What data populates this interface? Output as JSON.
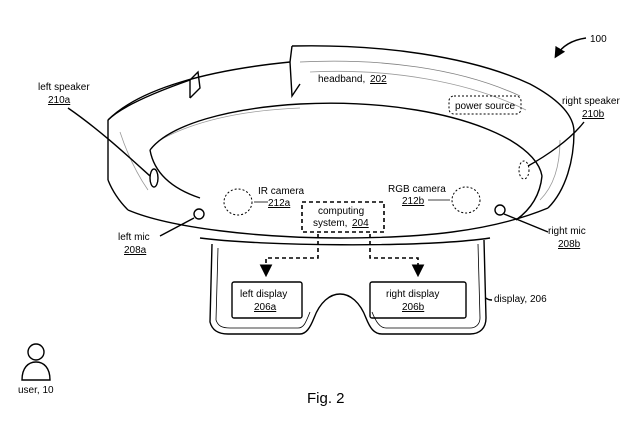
{
  "figure": {
    "ref_number": "100",
    "caption": "Fig. 2"
  },
  "headband": {
    "label": "headband,",
    "num": "202"
  },
  "power_source": {
    "label": "power source"
  },
  "computing": {
    "line1": "computing",
    "line2": "system,",
    "num": "204"
  },
  "left_speaker": {
    "label": "left speaker",
    "num": "210a"
  },
  "right_speaker": {
    "label": "right speaker",
    "num": "210b"
  },
  "ir_camera": {
    "label": "IR camera",
    "num": "212a"
  },
  "rgb_camera": {
    "label": "RGB camera",
    "num": "212b"
  },
  "left_mic": {
    "label": "left mic",
    "num": "208a"
  },
  "right_mic": {
    "label": "right mic",
    "num": "208b"
  },
  "left_display": {
    "label": "left display",
    "num": "206a"
  },
  "right_display": {
    "label": "right display",
    "num": "206b"
  },
  "display": {
    "label": "display, 206"
  },
  "user": {
    "label": "user, 10"
  },
  "icons": [
    "user-icon"
  ]
}
